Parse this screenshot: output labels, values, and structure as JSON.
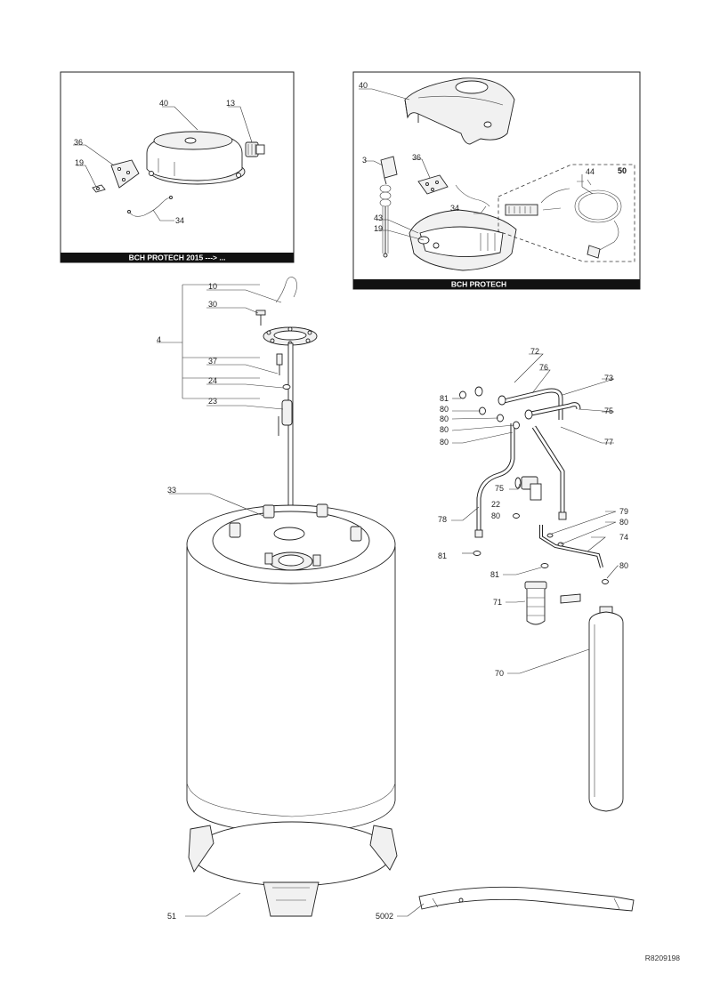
{
  "panels": {
    "left_caption": "BCH PROTECH 2015 ---> ...",
    "right_caption": "BCH PROTECH"
  },
  "callouts": {
    "p40a": "40",
    "p13": "13",
    "p36a": "36",
    "p19a": "19",
    "p34a": "34",
    "p40b": "40",
    "p3": "3",
    "p36b": "36",
    "p44": "44",
    "p50": "50",
    "p34b": "34",
    "p43": "43",
    "p19b": "19",
    "p10": "10",
    "p30": "30",
    "p4": "4",
    "p37": "37",
    "p24": "24",
    "p23": "23",
    "p33": "33",
    "p51": "51",
    "p5002": "5002",
    "p72": "72",
    "p76": "76",
    "p73": "73",
    "p75a": "75",
    "p77": "77",
    "p81a": "81",
    "p80a": "80",
    "p80b": "80",
    "p80c": "80",
    "p80d": "80",
    "p75b": "75",
    "p22": "22",
    "p78": "78",
    "p80e": "80",
    "p79": "79",
    "p80f": "80",
    "p74": "74",
    "p81b": "81",
    "p81c": "81",
    "p80g": "80",
    "p71": "71",
    "p70": "70"
  },
  "drawing_ref": "R8209198"
}
